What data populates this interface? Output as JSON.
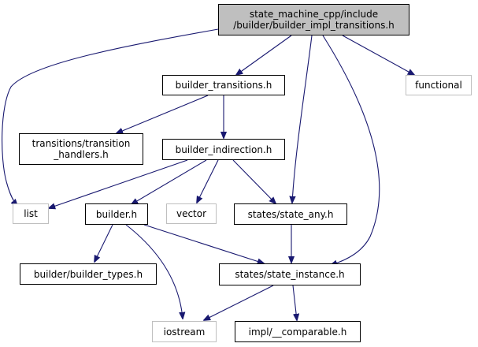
{
  "colors": {
    "edge": "#191970",
    "focus_fill": "#bfbfbf",
    "external_border": "#bfbfbf",
    "node_border": "#000000"
  },
  "nodes": {
    "root": "state_machine_cpp/include\n/builder/builder_impl_transitions.h",
    "builder_transitions": "builder_transitions.h",
    "functional": "functional",
    "transition_handlers": "transitions/transition\n_handlers.h",
    "builder_indirection": "builder_indirection.h",
    "list": "list",
    "builder": "builder.h",
    "vector": "vector",
    "state_any": "states/state_any.h",
    "builder_types": "builder/builder_types.h",
    "state_instance": "states/state_instance.h",
    "iostream": "iostream",
    "comparable": "impl/__comparable.h"
  }
}
